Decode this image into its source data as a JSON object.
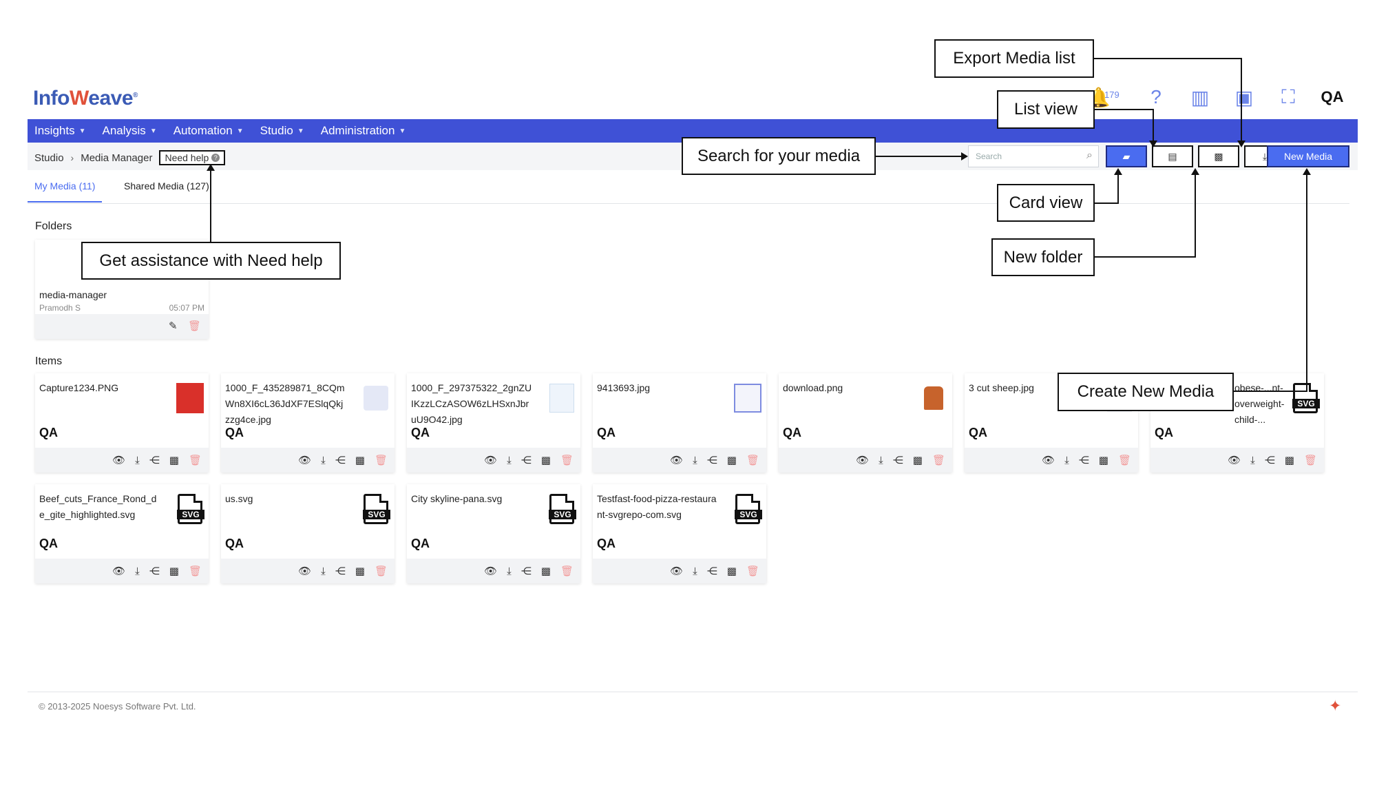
{
  "app": {
    "logo_pre": "Info",
    "logo_mid": "W",
    "logo_post": "eave",
    "logo_tm": "®",
    "notification_count": "179"
  },
  "nav": [
    "Insights",
    "Analysis",
    "Automation",
    "Studio",
    "Administration"
  ],
  "breadcrumb": {
    "root": "Studio",
    "current": "Media Manager",
    "need_help": "Need help"
  },
  "search": {
    "placeholder": "Search"
  },
  "toolbar": {
    "new_media": "New Media"
  },
  "tabs": {
    "my_media": "My Media (11)",
    "shared_media": "Shared Media (127)"
  },
  "sections": {
    "folders": "Folders",
    "items": "Items"
  },
  "folder": {
    "name": "media-manager",
    "owner": "Pramodh S",
    "time": "05:07 PM"
  },
  "owner_badge": "QA",
  "items": [
    {
      "name": "Capture1234.PNG"
    },
    {
      "name": "1000_F_435289871_8CQmWn8XI6cL36JdXF7ESlqQkjzzg4ce.jpg"
    },
    {
      "name": "1000_F_297375322_2gnZUIKzzLCzASOW6zLHSxnJbruU9O42.jpg"
    },
    {
      "name": "9413693.jpg"
    },
    {
      "name": "download.png"
    },
    {
      "name": "3 cut sheep.jpg"
    },
    {
      "name": "obese-...nt-overweight-child-..."
    },
    {
      "name": "Beef_cuts_France_Rond_de_gite_highlighted.svg"
    },
    {
      "name": "us.svg"
    },
    {
      "name": "City skyline-pana.svg"
    },
    {
      "name": "Testfast-food-pizza-restaurant-svgrepo-com.svg"
    }
  ],
  "svg_label": "SVG",
  "callouts": {
    "export": "Export Media list",
    "list_view": "List view",
    "search": "Search for your media",
    "card_view": "Card view",
    "new_folder": "New folder",
    "need_help": "Get assistance with Need help",
    "create_new": "Create New Media"
  },
  "footer": {
    "copyright": "© 2013-2025 Noesys Software Pvt. Ltd."
  },
  "colors": {
    "nav_bg": "#3f51d6",
    "accent": "#4a6cf0",
    "delete": "#f29b9b"
  }
}
